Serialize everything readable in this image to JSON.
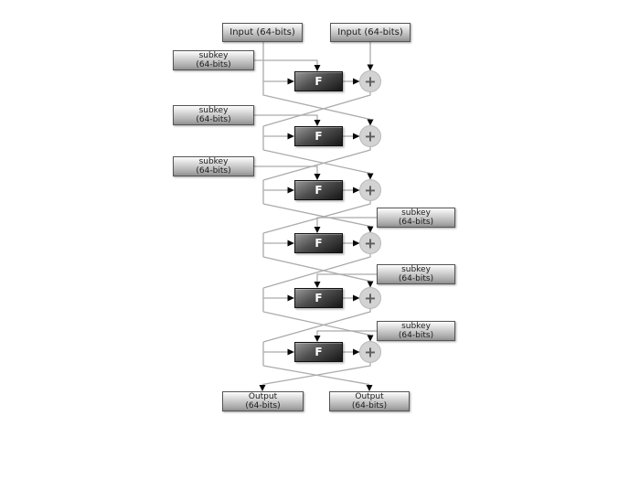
{
  "diagram": {
    "kind": "feistel-network-block-cipher",
    "inputs": [
      {
        "label": "Input (64-bits)"
      },
      {
        "label": "Input (64-bits)"
      }
    ],
    "outputs": [
      {
        "line1": "Output",
        "line2": "(64-bits)"
      },
      {
        "line1": "Output",
        "line2": "(64-bits)"
      }
    ],
    "rounds": [
      {
        "round": 1,
        "subkey_side": "left",
        "subkey_line1": "subkey",
        "subkey_line2": "(64-bits)",
        "f_label": "F",
        "xor_symbol": "+"
      },
      {
        "round": 2,
        "subkey_side": "left",
        "subkey_line1": "subkey",
        "subkey_line2": "(64-bits)",
        "f_label": "F",
        "xor_symbol": "+"
      },
      {
        "round": 3,
        "subkey_side": "left",
        "subkey_line1": "subkey",
        "subkey_line2": "(64-bits)",
        "f_label": "F",
        "xor_symbol": "+"
      },
      {
        "round": 4,
        "subkey_side": "right",
        "subkey_line1": "subkey",
        "subkey_line2": "(64-bits)",
        "f_label": "F",
        "xor_symbol": "+"
      },
      {
        "round": 5,
        "subkey_side": "right",
        "subkey_line1": "subkey",
        "subkey_line2": "(64-bits)",
        "f_label": "F",
        "xor_symbol": "+"
      },
      {
        "round": 6,
        "subkey_side": "right",
        "subkey_line1": "subkey",
        "subkey_line2": "(64-bits)",
        "f_label": "F",
        "xor_symbol": "+"
      }
    ],
    "colors": {
      "background": "#ffffff",
      "wire": "#ababab",
      "arrowhead": "#0a0a0a",
      "box_border": "#555555",
      "box_gradient_top": "#fdfdfd",
      "box_gradient_bottom": "#8f8f8f",
      "f_box_dark": "#161616",
      "xor_fill": "#d3d3d3",
      "xor_plus": "#5c5c5c",
      "text": "#1b1b1b"
    }
  }
}
